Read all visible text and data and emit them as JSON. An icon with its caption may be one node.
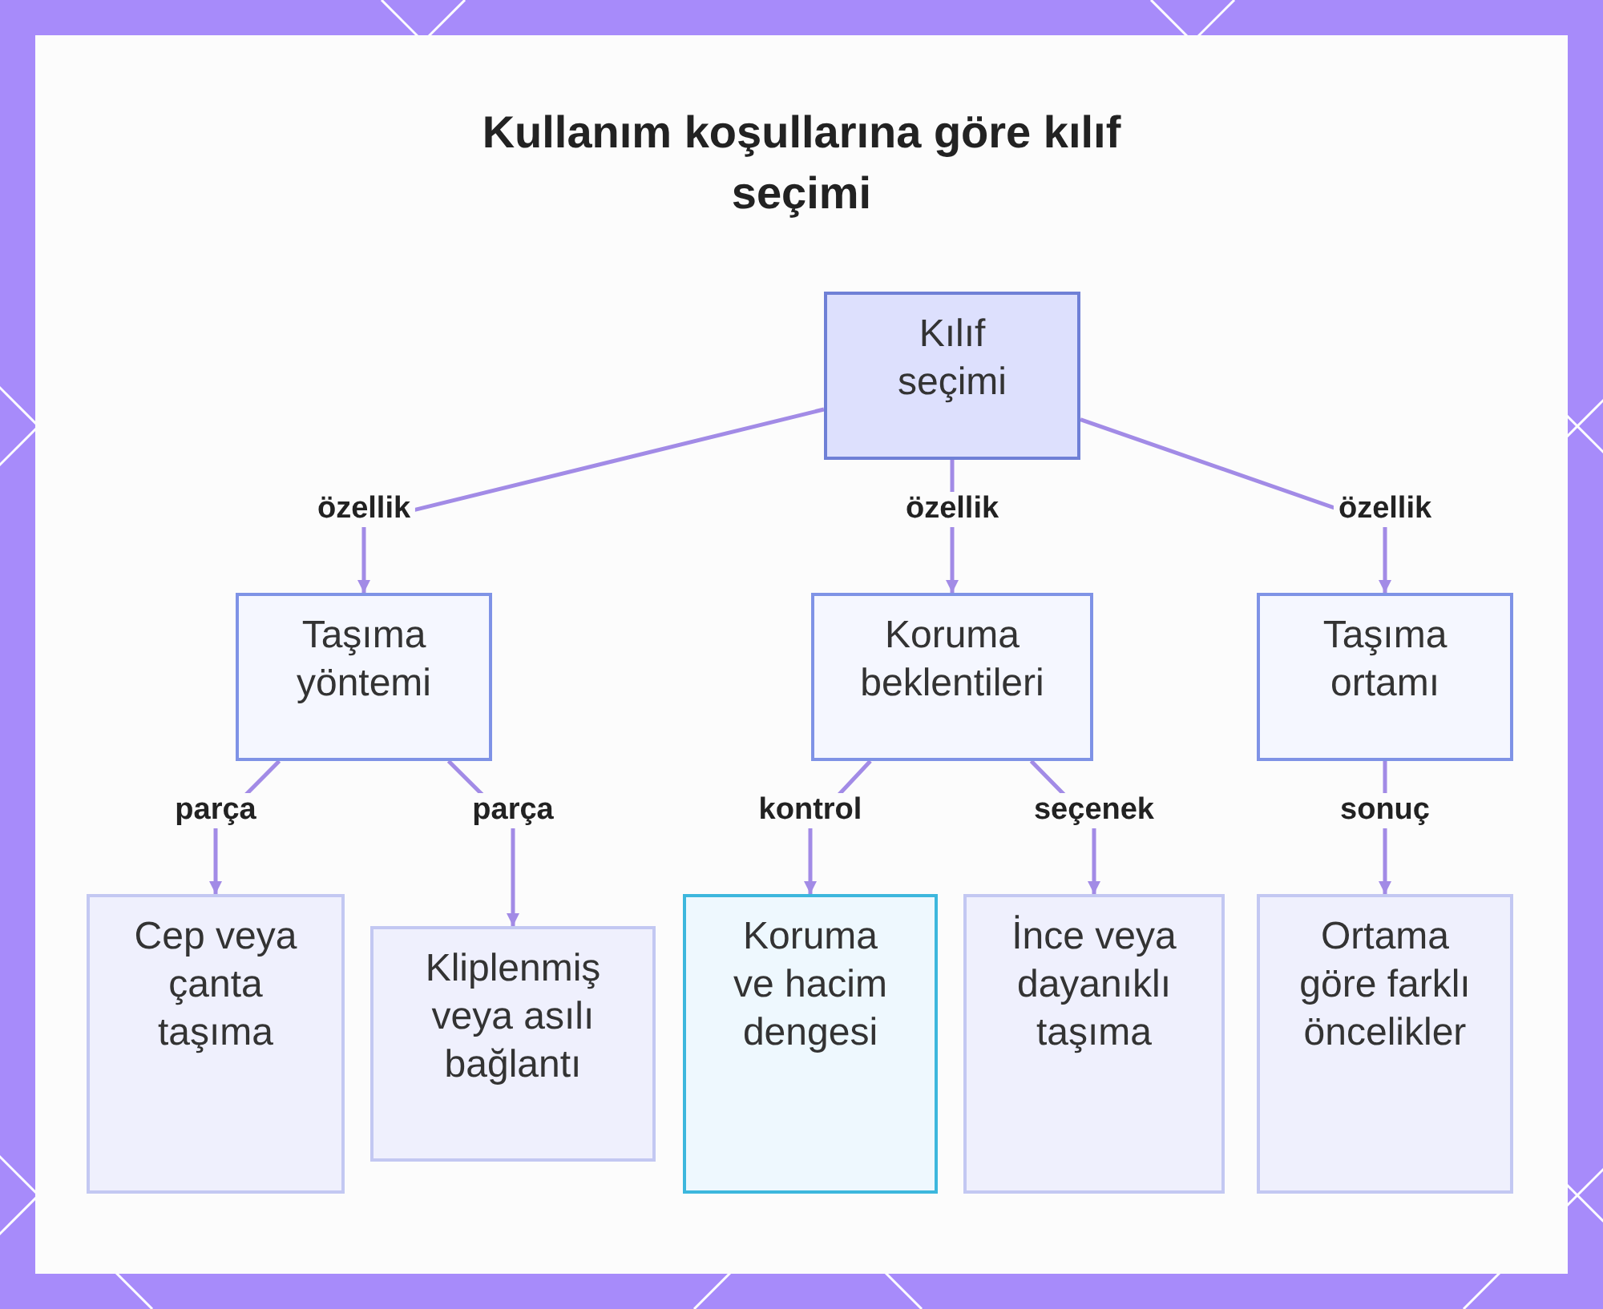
{
  "diagram": {
    "title": "Kullanım koşullarına göre kılıf seçimi",
    "nodes": [
      {
        "text": [
          "Kılıf seçimi"
        ]
      },
      {
        "text": [
          "Taşıma yöntemi"
        ]
      },
      {
        "text": [
          "Koruma beklentileri"
        ]
      },
      {
        "text": [
          "Taşıma ortamı"
        ]
      },
      {
        "text": [
          "Cep veya çanta taşıma"
        ]
      },
      {
        "text": [
          "Kliplenmiş veya asılı bağlantı"
        ]
      },
      {
        "text": [
          "Koruma ve hacim dengesi"
        ]
      },
      {
        "text": [
          "İnce veya dayanıklı taşıma"
        ]
      },
      {
        "text": [
          "Ortama göre farklı öncelikler"
        ]
      }
    ],
    "edges": [
      {
        "from": 0,
        "to": 1,
        "arrow": "to",
        "label": "özellik"
      },
      {
        "from": 0,
        "to": 2,
        "arrow": "to",
        "label": "özellik"
      },
      {
        "from": 0,
        "to": 3,
        "arrow": "to",
        "label": "özellik"
      },
      {
        "from": 1,
        "to": 4,
        "arrow": "to",
        "label": "parça"
      },
      {
        "from": 1,
        "to": 5,
        "arrow": "to",
        "label": "parça"
      },
      {
        "from": 2,
        "to": 6,
        "arrow": "to",
        "label": "kontrol"
      },
      {
        "from": 2,
        "to": 7,
        "arrow": "to",
        "label": "seçenek"
      },
      {
        "from": 3,
        "to": 8,
        "arrow": "to",
        "label": "sonuç"
      }
    ]
  }
}
